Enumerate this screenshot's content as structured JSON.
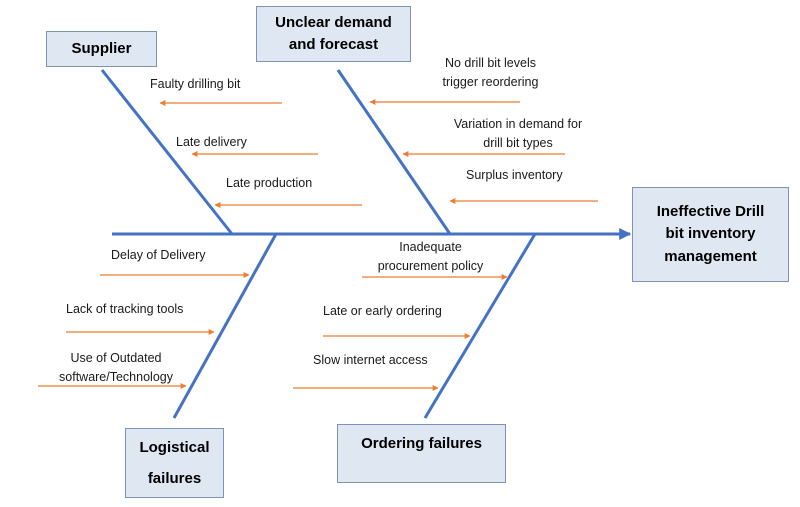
{
  "diagram": {
    "effect": "Ineffective Drill bit inventory management",
    "categories": [
      {
        "name": "Supplier",
        "causes": [
          "Faulty drilling bit",
          "Late delivery",
          "Late production"
        ]
      },
      {
        "name": "Unclear demand and forecast",
        "causes": [
          "No drill bit levels trigger reordering",
          "Variation in demand for drill bit types",
          "Surplus inventory"
        ]
      },
      {
        "name": "Logistical failures",
        "causes": [
          "Delay of Delivery",
          "Lack of tracking tools",
          "Use of Outdated software/Technology"
        ]
      },
      {
        "name": "Ordering failures",
        "causes": [
          "Inadequate procurement policy",
          "Late or early ordering",
          "Slow internet access"
        ]
      }
    ]
  },
  "colors": {
    "spine": "#4472c4",
    "cause_arrow": "#ed7d31",
    "box_fill": "#dfe7f3",
    "box_border": "#7f93b4"
  }
}
